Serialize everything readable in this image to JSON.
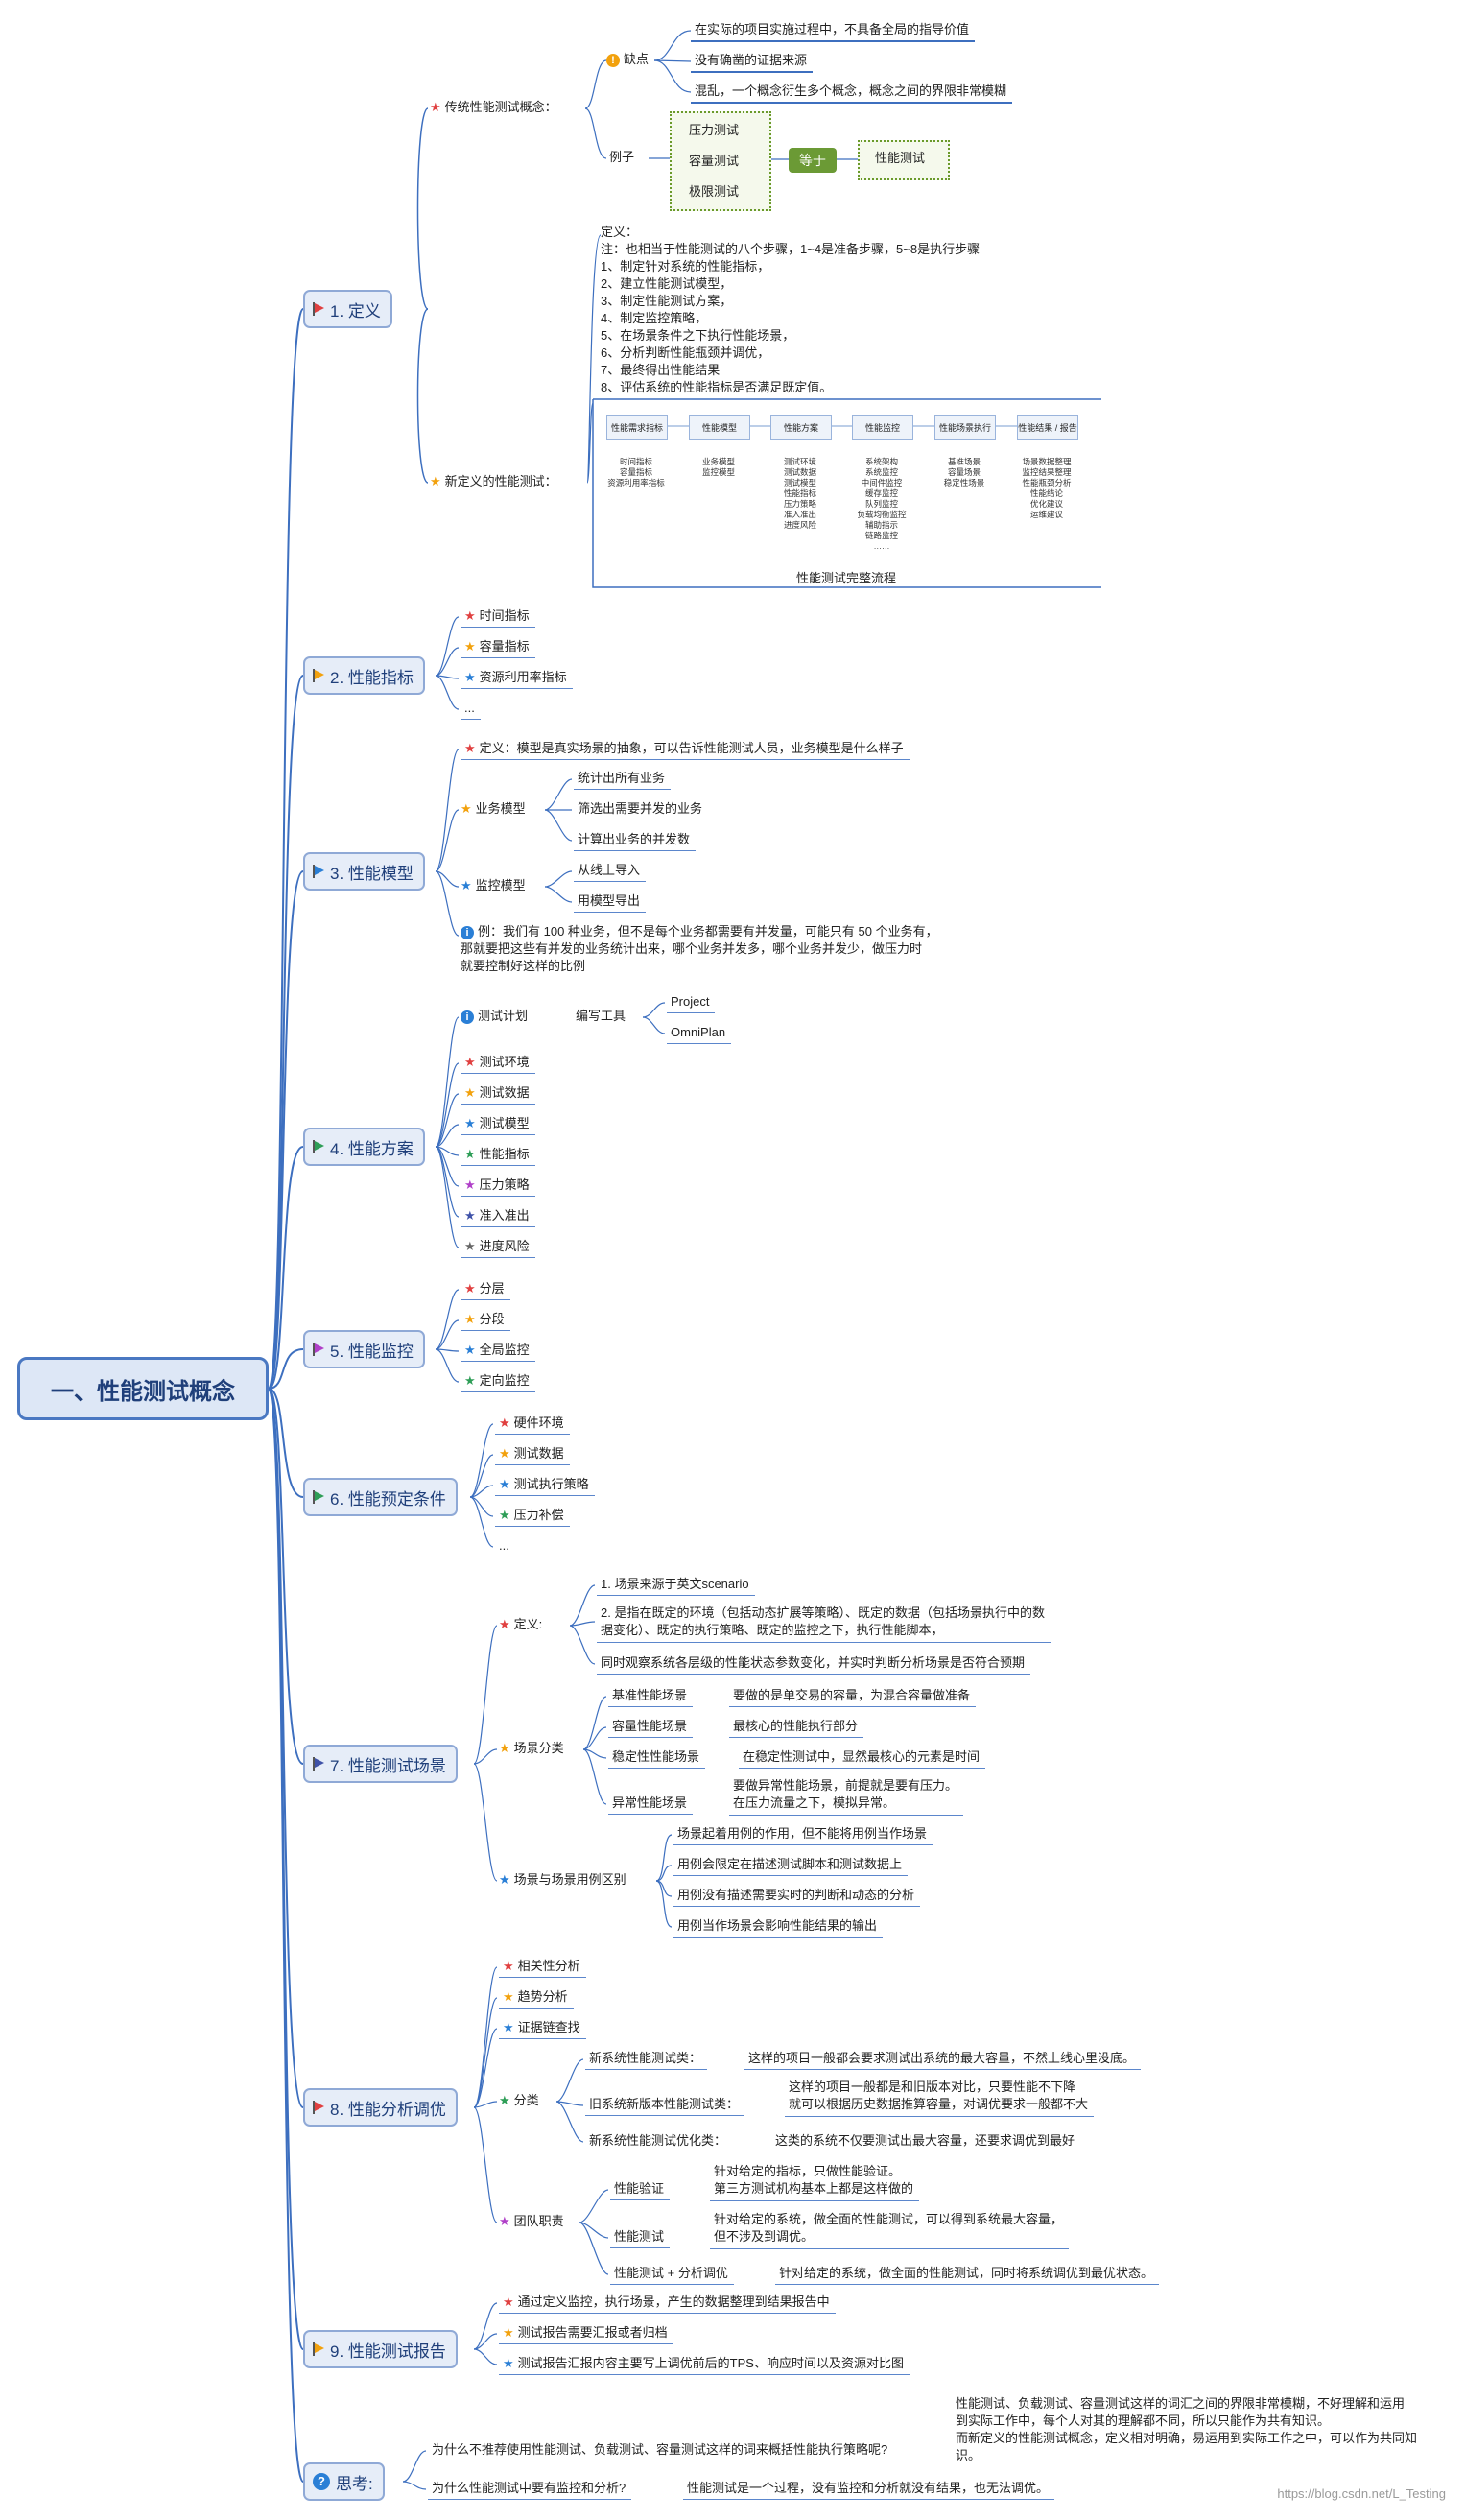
{
  "root": "一、性能测试概念",
  "b1": {
    "title": "1. 定义",
    "trad": "传统性能测试概念：",
    "cons": "缺点",
    "cons_items": [
      "在实际的项目实施过程中，不具备全局的指导价值",
      "没有确凿的证据来源",
      "混乱，一个概念衍生多个概念，概念之间的界限非常模糊"
    ],
    "example": "例子",
    "ex_items": [
      "压力测试",
      "容量测试",
      "极限测试"
    ],
    "equal": "等于",
    "ex_result": "性能测试",
    "def_text": "定义：\n注：也相当于性能测试的八个步骤，1~4是准备步骤，5~8是执行步骤\n1、制定针对系统的性能指标，\n2、建立性能测试模型，\n3、制定性能测试方案，\n4、制定监控策略，\n5、在场景条件之下执行性能场景，\n6、分析判断性能瓶颈并调优，\n7、最终得出性能结果\n8、评估系统的性能指标是否满足既定值。",
    "new": "新定义的性能测试：",
    "flow_steps": [
      "性能需求指标",
      "性能模型",
      "性能方案",
      "性能监控",
      "性能场景执行",
      "性能结果 / 报告"
    ],
    "flow_details": [
      "时间指标\n容量指标\n资源利用率指标",
      "业务模型\n监控模型",
      "测试环境\n测试数据\n测试模型\n性能指标\n压力策略\n准入准出\n进度风险",
      "系统架构\n系统监控\n中间件监控\n缓存监控\n队列监控\n负载均衡监控\n辅助指示\n链路监控\n……",
      "基准场景\n容量场景\n稳定性场景",
      "场景数据整理\n监控结果整理\n性能瓶颈分析\n性能结论\n优化建议\n运维建议"
    ],
    "flow_caption": "性能测试完整流程"
  },
  "b2": {
    "title": "2. 性能指标",
    "items": [
      "时间指标",
      "容量指标",
      "资源利用率指标",
      "..."
    ]
  },
  "b3": {
    "title": "3. 性能模型",
    "def": "定义：模型是真实场景的抽象，可以告诉性能测试人员，业务模型是什么样子",
    "biz": "业务模型",
    "biz_items": [
      "统计出所有业务",
      "筛选出需要并发的业务",
      "计算出业务的并发数"
    ],
    "mon": "监控模型",
    "mon_items": [
      "从线上导入",
      "用模型导出"
    ],
    "example": "例：我们有 100 种业务，但不是每个业务都需要有并发量，可能只有 50 个业务有，\n那就要把这些有并发的业务统计出来，哪个业务并发多，哪个业务并发少，做压力时\n就要控制好这样的比例"
  },
  "b4": {
    "title": "4. 性能方案",
    "plan": "测试计划",
    "tool": "编写工具",
    "tools": [
      "Project",
      "OmniPlan"
    ],
    "items": [
      "测试环境",
      "测试数据",
      "测试模型",
      "性能指标",
      "压力策略",
      "准入准出",
      "进度风险"
    ]
  },
  "b5": {
    "title": "5. 性能监控",
    "items": [
      "分层",
      "分段",
      "全局监控",
      "定向监控"
    ]
  },
  "b6": {
    "title": "6. 性能预定条件",
    "items": [
      "硬件环境",
      "测试数据",
      "测试执行策略",
      "压力补偿",
      "..."
    ]
  },
  "b7": {
    "title": "7. 性能测试场景",
    "def": "定义:",
    "def_items": [
      "1. 场景来源于英文scenario",
      "2. 是指在既定的环境（包括动态扩展等策略）、既定的数据（包括场景执行中的数\n据变化）、既定的执行策略、既定的监控之下，执行性能脚本，",
      "同时观察系统各层级的性能状态参数变化，并实时判断分析场景是否符合预期"
    ],
    "cls": "场景分类",
    "cls_items": [
      {
        "name": "基准性能场景",
        "desc": "要做的是单交易的容量，为混合容量做准备"
      },
      {
        "name": "容量性能场景",
        "desc": "最核心的性能执行部分"
      },
      {
        "name": "稳定性性能场景",
        "desc": "在稳定性测试中，显然最核心的元素是时间"
      },
      {
        "name": "异常性能场景",
        "desc": "要做异常性能场景，前提就是要有压力。\n在压力流量之下，模拟异常。"
      }
    ],
    "diff": "场景与场景用例区别",
    "diff_items": [
      "场景起着用例的作用，但不能将用例当作场景",
      "用例会限定在描述测试脚本和测试数据上",
      "用例没有描述需要实时的判断和动态的分析",
      "用例当作场景会影响性能结果的输出"
    ]
  },
  "b8": {
    "title": "8. 性能分析调优",
    "items": [
      "相关性分析",
      "趋势分析",
      "证据链查找"
    ],
    "cls": "分类",
    "cls_items": [
      {
        "name": "新系统性能测试类：",
        "desc": "这样的项目一般都会要求测试出系统的最大容量，不然上线心里没底。"
      },
      {
        "name": "旧系统新版本性能测试类：",
        "desc": "这样的项目一般都是和旧版本对比，只要性能不下降\n就可以根据历史数据推算容量，对调优要求一般都不大"
      },
      {
        "name": "新系统性能测试优化类：",
        "desc": "这类的系统不仅要测试出最大容量，还要求调优到最好"
      }
    ],
    "team": "团队职责",
    "team_items": [
      {
        "name": "性能验证",
        "desc": "针对给定的指标，只做性能验证。\n第三方测试机构基本上都是这样做的"
      },
      {
        "name": "性能测试",
        "desc": "针对给定的系统，做全面的性能测试，可以得到系统最大容量，\n但不涉及到调优。"
      },
      {
        "name": "性能测试 + 分析调优",
        "desc": "针对给定的系统，做全面的性能测试，同时将系统调优到最优状态。"
      }
    ]
  },
  "b9": {
    "title": "9. 性能测试报告",
    "items": [
      "通过定义监控，执行场景，产生的数据整理到结果报告中",
      "测试报告需要汇报或者归档",
      "测试报告汇报内容主要写上调优前后的TPS、响应时间以及资源对比图"
    ]
  },
  "b10": {
    "title": "思考:",
    "q1": "为什么不推荐使用性能测试、负载测试、容量测试这样的词来概括性能执行策略呢?",
    "a1": "性能测试、负载测试、容量测试这样的词汇之间的界限非常模糊，不好理解和运用\n到实际工作中，每个人对其的理解都不同，所以只能作为共有知识。\n而新定义的性能测试概念，定义相对明确，易运用到实际工作之中，可以作为共同知\n识。",
    "q2": "为什么性能测试中要有监控和分析?",
    "a2": "性能测试是一个过程，没有监控和分析就没有结果，也无法调优。"
  },
  "watermark": "https://blog.csdn.net/L_Testing",
  "colors": {
    "accent": "#3d6fbf",
    "branch_bg": "#e6edf8",
    "root_bg": "#dde7f6",
    "green": "#6b9a35"
  }
}
